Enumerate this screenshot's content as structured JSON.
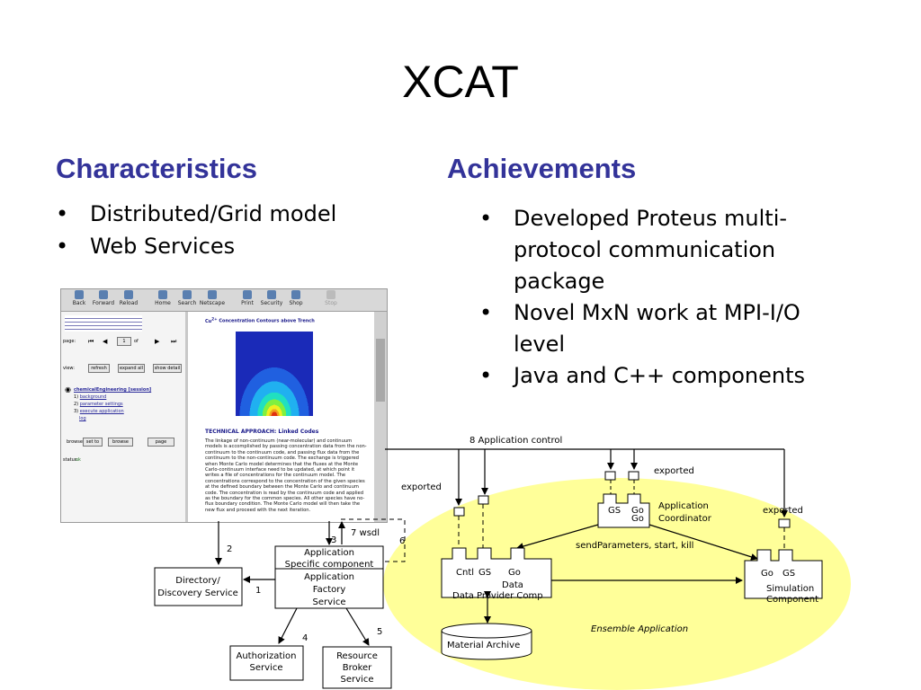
{
  "title": "XCAT",
  "characteristics": {
    "heading": "Characteristics",
    "items": [
      "Distributed/Grid model",
      "Web Services"
    ]
  },
  "achievements": {
    "heading": "Achievements",
    "items": [
      "Developed Proteus multi-\nprotocol communication\npackage",
      "Novel MxN work at MPI-I/O\nlevel",
      "Java and C++ components"
    ]
  },
  "browser": {
    "toolbar": [
      "Back",
      "Forward",
      "Reload",
      "Home",
      "Search",
      "Netscape",
      "Print",
      "Security",
      "Shop",
      "Stop"
    ],
    "page_label": "page:",
    "page_value": "1",
    "page_of": "of",
    "view_label": "view:",
    "view_buttons": [
      "refresh",
      "expand all",
      "show detail"
    ],
    "session": "chemicalEngineering [session]",
    "steps": [
      {
        "num": "1)",
        "text": "background"
      },
      {
        "num": "2)",
        "text": "parameter settings"
      },
      {
        "num": "3)",
        "text": "execute application"
      },
      {
        "num": "",
        "text": "log"
      }
    ],
    "browse_label": "browse:",
    "browse_buttons": [
      "set to",
      "browse",
      "page"
    ],
    "status_label": "status:",
    "status_value": "ok",
    "contour_title": "Concentration Contours above Trench",
    "tech_heading": "TECHNICAL APPROACH: Linked Codes",
    "tech_text": "The linkage of non-continuum (near-molecular) and continuum models is accomplished by passing concentration data from the non-continuum to the continuum code, and passing flux data from the continuum to the non-continuum code. The exchange is triggered when Monte Carlo model determines that the fluxes at the Monte Carlo-continuum interface need to be updated, at which point it writes a file of concentrations for the continuum model. The concentrations correspond to the concentration of the given species at the defined boundary between the Monte Carlo and continuum code. The concentration is read by the continuum code and applied as the boundary for the common species. All other species have no-flux boundary condition. The Monte Carlo model will then take the new flux and proceed with the next iteration."
  },
  "diagram": {
    "app_control": "8 Application control",
    "exported": "exported",
    "wsdl": "7 wsdl",
    "num_2": "2",
    "num_3": "3",
    "num_6": "6",
    "num_1": "1",
    "num_4": "4",
    "num_5": "5",
    "app_specific": [
      "Application",
      "Specific component"
    ],
    "factory": [
      "Application",
      "Factory",
      "Service"
    ],
    "directory": [
      "Directory/",
      "Discovery Service"
    ],
    "authorization": [
      "Authorization",
      "Service"
    ],
    "resource_broker": [
      "Resource",
      "Broker",
      "Service"
    ],
    "coordinator_ports": [
      "GS",
      "Go",
      "Go"
    ],
    "coordinator": [
      "Application",
      "Coordinator"
    ],
    "send_params": "sendParameters, start, kill",
    "dataprovider_ports": [
      "Cntl",
      "GS",
      "Go"
    ],
    "dataprovider": [
      "Data",
      "Data Provider Comp"
    ],
    "simulation_ports": [
      "Go",
      "GS"
    ],
    "simulation": [
      "Simulation",
      "Component"
    ],
    "ensemble": "Ensemble Application",
    "archive": "Material Archive"
  }
}
